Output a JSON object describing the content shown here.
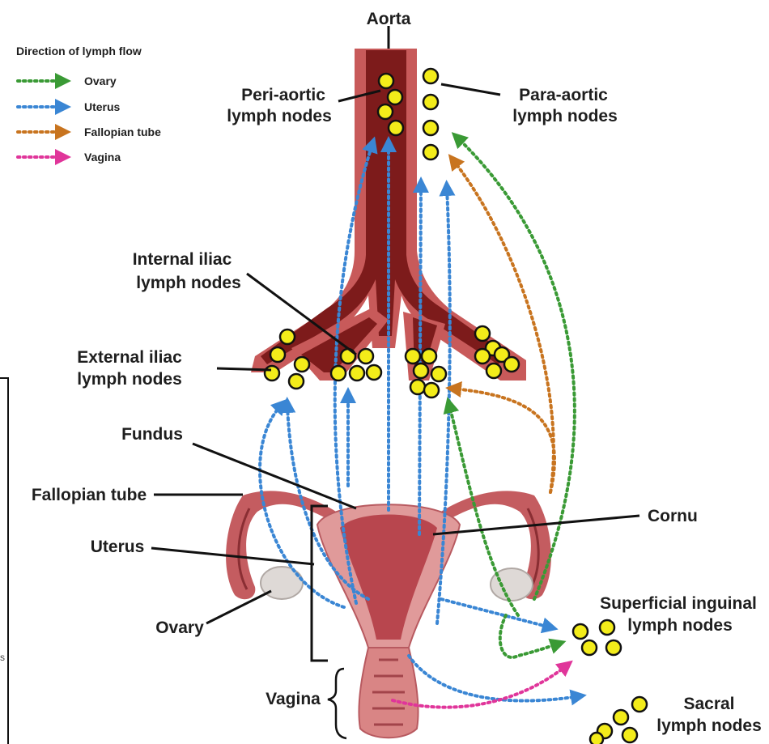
{
  "legend": {
    "title": "Direction of lymph flow",
    "items": [
      {
        "label": "Ovary",
        "color": "#3a9a35"
      },
      {
        "label": "Uterus",
        "color": "#3a86d4"
      },
      {
        "label": "Fallopian tube",
        "color": "#c8741f"
      },
      {
        "label": "Vagina",
        "color": "#e0359a"
      }
    ]
  },
  "labels": {
    "aorta": "Aorta",
    "peri_aortic_1": "Peri-aortic",
    "peri_aortic_2": "lymph nodes",
    "para_aortic_1": "Para-aortic",
    "para_aortic_2": "lymph nodes",
    "internal_iliac_1": "Internal iliac",
    "internal_iliac_2": "lymph nodes",
    "external_iliac_1": "External iliac",
    "external_iliac_2": "lymph nodes",
    "fundus": "Fundus",
    "fallopian_tube": "Fallopian tube",
    "cornu": "Cornu",
    "uterus": "Uterus",
    "ovary": "Ovary",
    "superficial_inguinal_1": "Superficial inguinal",
    "superficial_inguinal_2": "lymph nodes",
    "vagina": "Vagina",
    "sacral_1": "Sacral",
    "sacral_2": "lymph nodes"
  },
  "colors": {
    "node_fill": "#f3ec1a",
    "aorta_outer": "#c85a5a",
    "aorta_inner": "#7d1b1b",
    "uterus": "#d98585"
  }
}
